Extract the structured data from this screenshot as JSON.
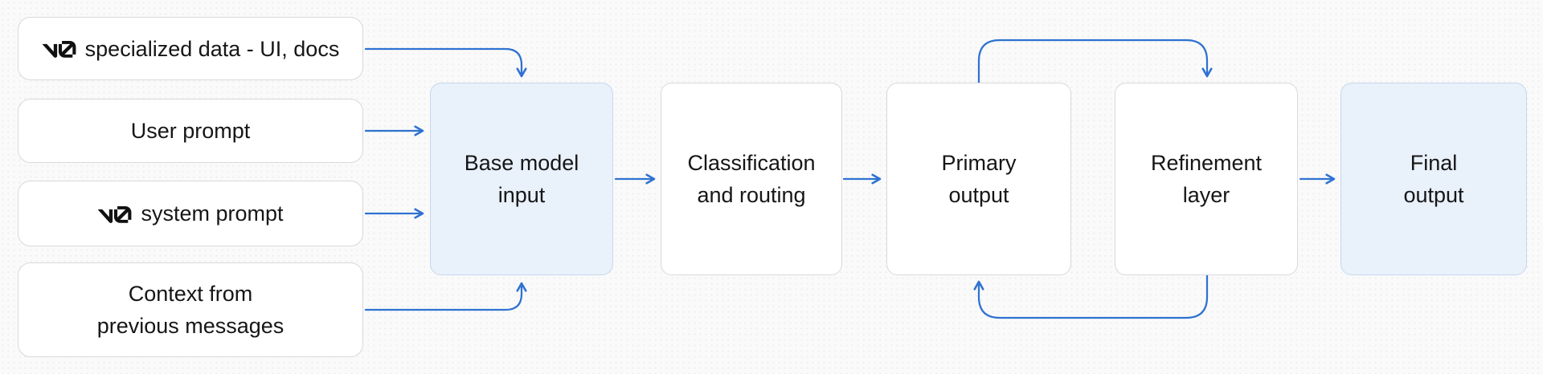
{
  "diagram": {
    "inputs": [
      {
        "icon": "v0-logo",
        "label": "specialized data - UI, docs"
      },
      {
        "label": "User prompt"
      },
      {
        "icon": "v0-logo",
        "label": "system prompt"
      },
      {
        "label": "Context from\nprevious messages"
      }
    ],
    "stages": [
      {
        "label": "Base model\ninput",
        "variant": "highlight"
      },
      {
        "label": "Classification\nand routing",
        "variant": "plain"
      },
      {
        "label": "Primary\noutput",
        "variant": "plain"
      },
      {
        "label": "Refinement\nlayer",
        "variant": "plain"
      },
      {
        "label": "Final\noutput",
        "variant": "highlight"
      }
    ],
    "connections": [
      "specialized data -> Base model input (top)",
      "User prompt -> Base model input",
      "system prompt -> Base model input",
      "Context from previous messages -> Base model input (bottom)",
      "Base model input -> Classification and routing",
      "Classification and routing -> Primary output",
      "Primary output -> Refinement layer (loop over top)",
      "Refinement layer -> Primary output (loop under bottom)",
      "Refinement layer -> Final output"
    ],
    "colors": {
      "background": "#fafafa",
      "arrow": "#2e72d2",
      "highlight_fill": "#e9f1fb",
      "highlight_border": "#c7d7ec",
      "box_border": "#d9d9d9",
      "text": "#161616"
    }
  }
}
